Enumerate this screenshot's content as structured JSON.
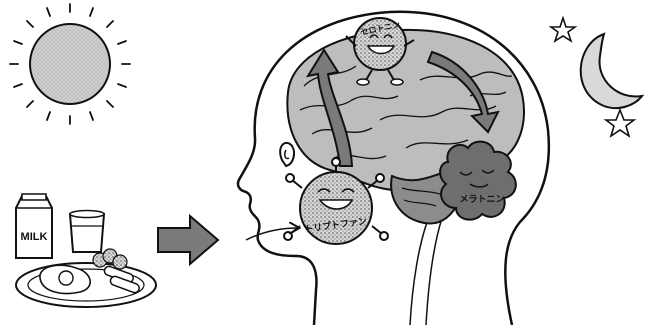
{
  "labels": {
    "milk": "MILK",
    "tryptophan": "トリプトファン",
    "serotonin": "セロトニン",
    "melatonin": "メラトニン"
  },
  "colors": {
    "ink": "#111111",
    "brain_gray": "#bdbdbd",
    "brain_dark": "#8c8c8c",
    "melatonin_fill": "#6e6e6e",
    "arrow_fill": "#7a7a7a",
    "sun_fill": "#cfcfcf",
    "moon_fill": "#d9d9d9"
  },
  "icons": {
    "sun": "sun-icon",
    "moon": "crescent-moon-icon",
    "star": "star-icon"
  }
}
